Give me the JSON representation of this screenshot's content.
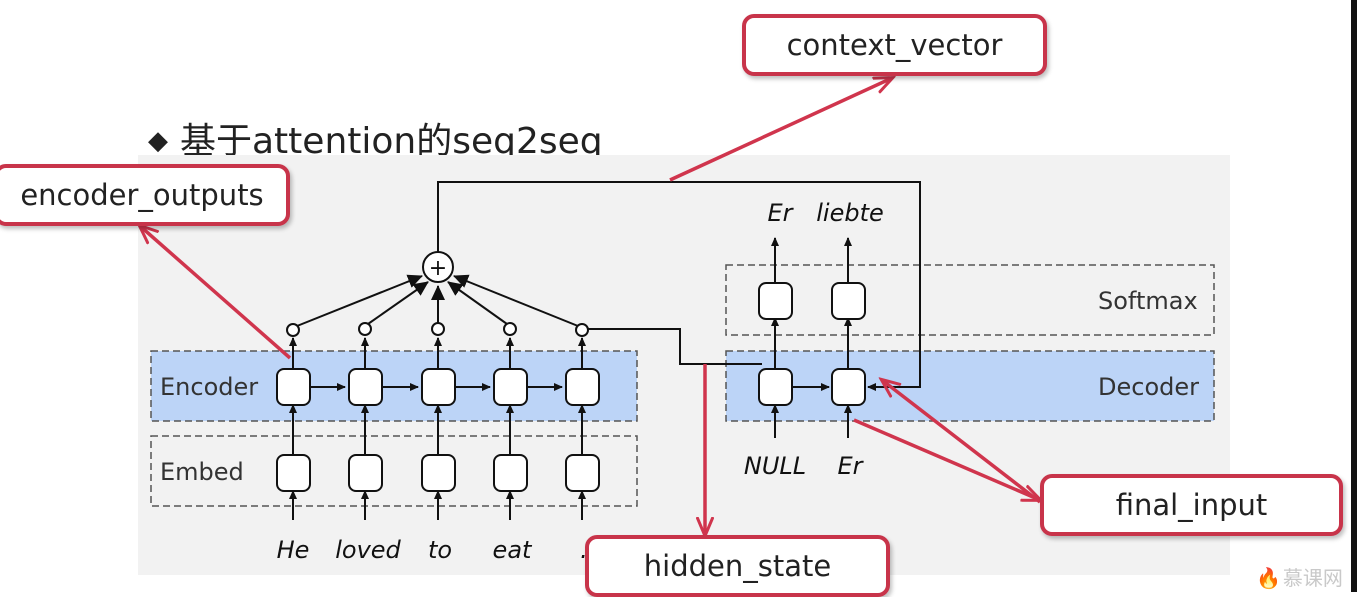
{
  "slide": {
    "title": "基于attention的seq2seq",
    "bullet": "◆",
    "watermark": "慕课网"
  },
  "diagram": {
    "encoder_label": "Encoder",
    "embed_label": "Embed",
    "decoder_label": "Decoder",
    "softmax_label": "Softmax",
    "input_words": [
      "He",
      "loved",
      "to",
      "eat",
      "."
    ],
    "decoder_inputs": [
      "NULL",
      "Er"
    ],
    "decoder_outputs": [
      "Er",
      "liebte"
    ],
    "sum_symbol": "+"
  },
  "callouts": {
    "context_vector": "context_vector",
    "encoder_outputs": "encoder_outputs",
    "hidden_state": "hidden_state",
    "final_input": "final_input"
  },
  "colors": {
    "layer_fill": "#bcd4f7",
    "callout_border": "#c8344a",
    "arrow": "#d0354d",
    "line": "#111111"
  }
}
